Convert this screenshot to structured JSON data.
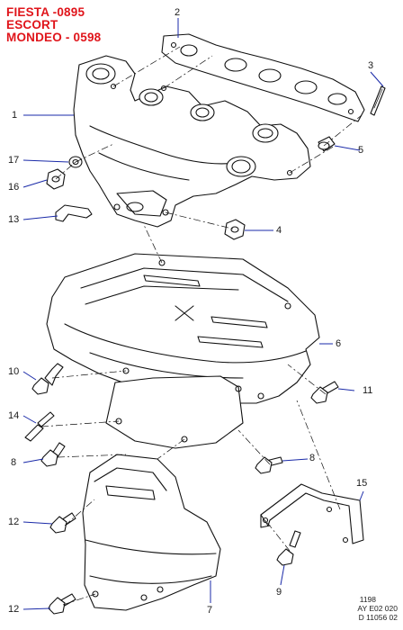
{
  "header": {
    "line1": "FIESTA -0895",
    "line2": "ESCORT",
    "line3": "MONDEO - 0598"
  },
  "callouts": [
    "1",
    "2",
    "3",
    "4",
    "5",
    "6",
    "7",
    "8",
    "8",
    "9",
    "10",
    "11",
    "12",
    "12",
    "13",
    "14",
    "15",
    "16",
    "17"
  ],
  "footer": {
    "year": "1198",
    "code": "AY E02 020",
    "ref": "D 11056 02"
  },
  "colors": {
    "title": "#e0151b",
    "leader": "#1a2aa8",
    "ink": "#111111"
  }
}
